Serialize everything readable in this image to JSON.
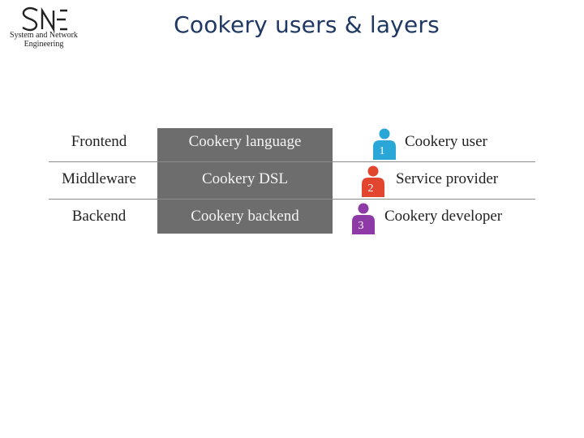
{
  "logo": {
    "lines": [
      "System and Network",
      "Engineering"
    ]
  },
  "title": "Cookery users & layers",
  "rows": [
    {
      "layer": "Frontend",
      "component": "Cookery language",
      "number": "1",
      "role": "Cookery user",
      "color": "#2aa7d6"
    },
    {
      "layer": "Middleware",
      "component": "Cookery DSL",
      "number": "2",
      "role": "Service provider",
      "color": "#e3462f"
    },
    {
      "layer": "Backend",
      "component": "Cookery backend",
      "number": "3",
      "role": "Cookery developer",
      "color": "#8e3aa6"
    }
  ]
}
